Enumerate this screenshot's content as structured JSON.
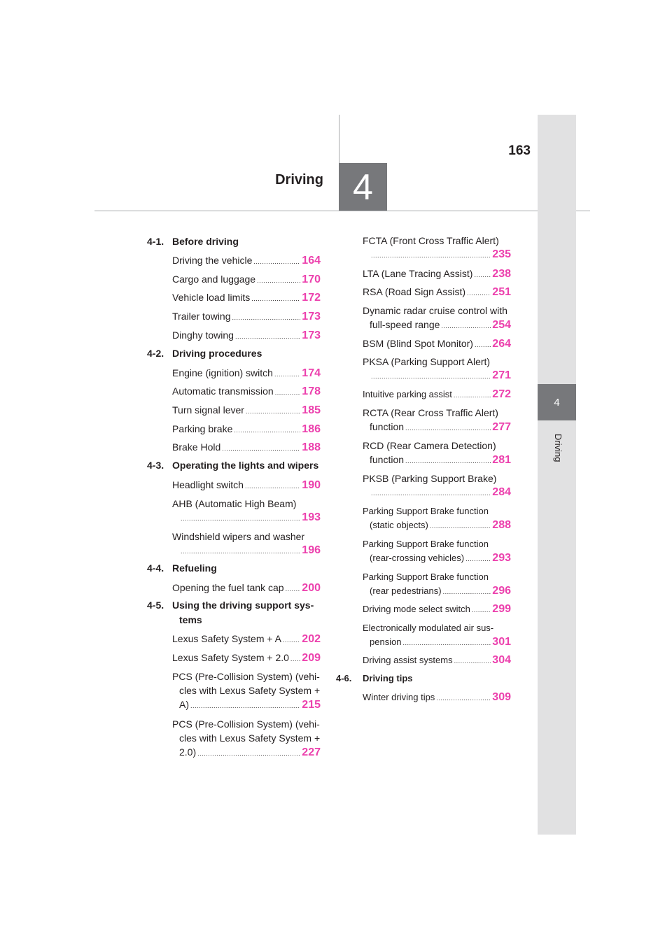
{
  "page_number": "163",
  "chapter": {
    "number": "4",
    "title": "Driving"
  },
  "side_tab": {
    "number": "4",
    "label": "Driving"
  },
  "toc_left": {
    "sections": [
      {
        "num": "4-1.",
        "title": "Before driving",
        "entries": [
          {
            "text": "Driving the vehicle",
            "page": "164"
          },
          {
            "text": "Cargo and luggage",
            "page": "170"
          },
          {
            "text": "Vehicle load limits",
            "page": "172"
          },
          {
            "text": "Trailer towing",
            "page": "173"
          },
          {
            "text": "Dinghy towing",
            "page": "173"
          }
        ]
      },
      {
        "num": "4-2.",
        "title": "Driving procedures",
        "entries": [
          {
            "text": "Engine (ignition) switch",
            "page": "174"
          },
          {
            "text": "Automatic transmission",
            "page": "178"
          },
          {
            "text": "Turn signal lever",
            "page": "185"
          },
          {
            "text": "Parking brake",
            "page": "186"
          },
          {
            "text": "Brake Hold",
            "page": "188"
          }
        ]
      },
      {
        "num": "4-3.",
        "title": "Operating the lights and wipers",
        "entries": [
          {
            "text": "Headlight switch",
            "page": "190"
          },
          {
            "text": "AHB (Automatic High Beam)",
            "page": "193"
          },
          {
            "text": "Windshield wipers and washer",
            "page": "196"
          }
        ]
      },
      {
        "num": "4-4.",
        "title": "Refueling",
        "entries": [
          {
            "text": "Opening the fuel tank cap",
            "page": "200"
          }
        ]
      },
      {
        "num": "4-5.",
        "title": "Using the driving support sys-",
        "title_cont": "tems",
        "entries": [
          {
            "text": "Lexus Safety System + A",
            "page": "202"
          },
          {
            "text": "Lexus Safety System + 2.0",
            "page": "209"
          },
          {
            "text": "PCS (Pre-Collision System) (vehi-",
            "text2": "cles with Lexus Safety System +",
            "text3": "A)",
            "page": "215"
          },
          {
            "text": "PCS (Pre-Collision System) (vehi-",
            "text2": "cles with Lexus Safety System +",
            "text3": "2.0)",
            "page": "227"
          }
        ]
      }
    ]
  },
  "toc_right": {
    "entries": [
      {
        "text": "FCTA (Front Cross Traffic Alert)",
        "page": "235"
      },
      {
        "text": "LTA (Lane Tracing Assist)",
        "page": "238"
      },
      {
        "text": "RSA (Road Sign Assist)",
        "page": "251"
      },
      {
        "text": "Dynamic radar cruise control with",
        "text2": "full-speed range",
        "page": "254"
      },
      {
        "text": "BSM (Blind Spot Monitor)",
        "page": "264"
      },
      {
        "text": "PKSA (Parking Support Alert)",
        "page": "271"
      },
      {
        "text": "Intuitive parking assist",
        "page": "272"
      },
      {
        "text": "RCTA (Rear Cross Traffic Alert)",
        "text2": "function",
        "page": "277"
      },
      {
        "text": "RCD (Rear Camera Detection)",
        "text2": "function",
        "page": "281"
      },
      {
        "text": "PKSB (Parking Support Brake)",
        "page": "284"
      },
      {
        "text": "Parking Support Brake function",
        "text2": "(static objects)",
        "page": "288"
      },
      {
        "text": "Parking Support Brake function",
        "text2": "(rear-crossing vehicles)",
        "page": "293"
      },
      {
        "text": "Parking Support Brake function",
        "text2": "(rear pedestrians)",
        "page": "296"
      },
      {
        "text": "Driving mode select switch",
        "page": "299"
      },
      {
        "text": "Electronically modulated air sus-",
        "text2": "pension",
        "page": "301"
      },
      {
        "text": "Driving assist systems",
        "page": "304"
      }
    ],
    "section": {
      "num": "4-6.",
      "title": "Driving tips",
      "entries": [
        {
          "text": "Winter driving tips",
          "page": "309"
        }
      ]
    }
  }
}
